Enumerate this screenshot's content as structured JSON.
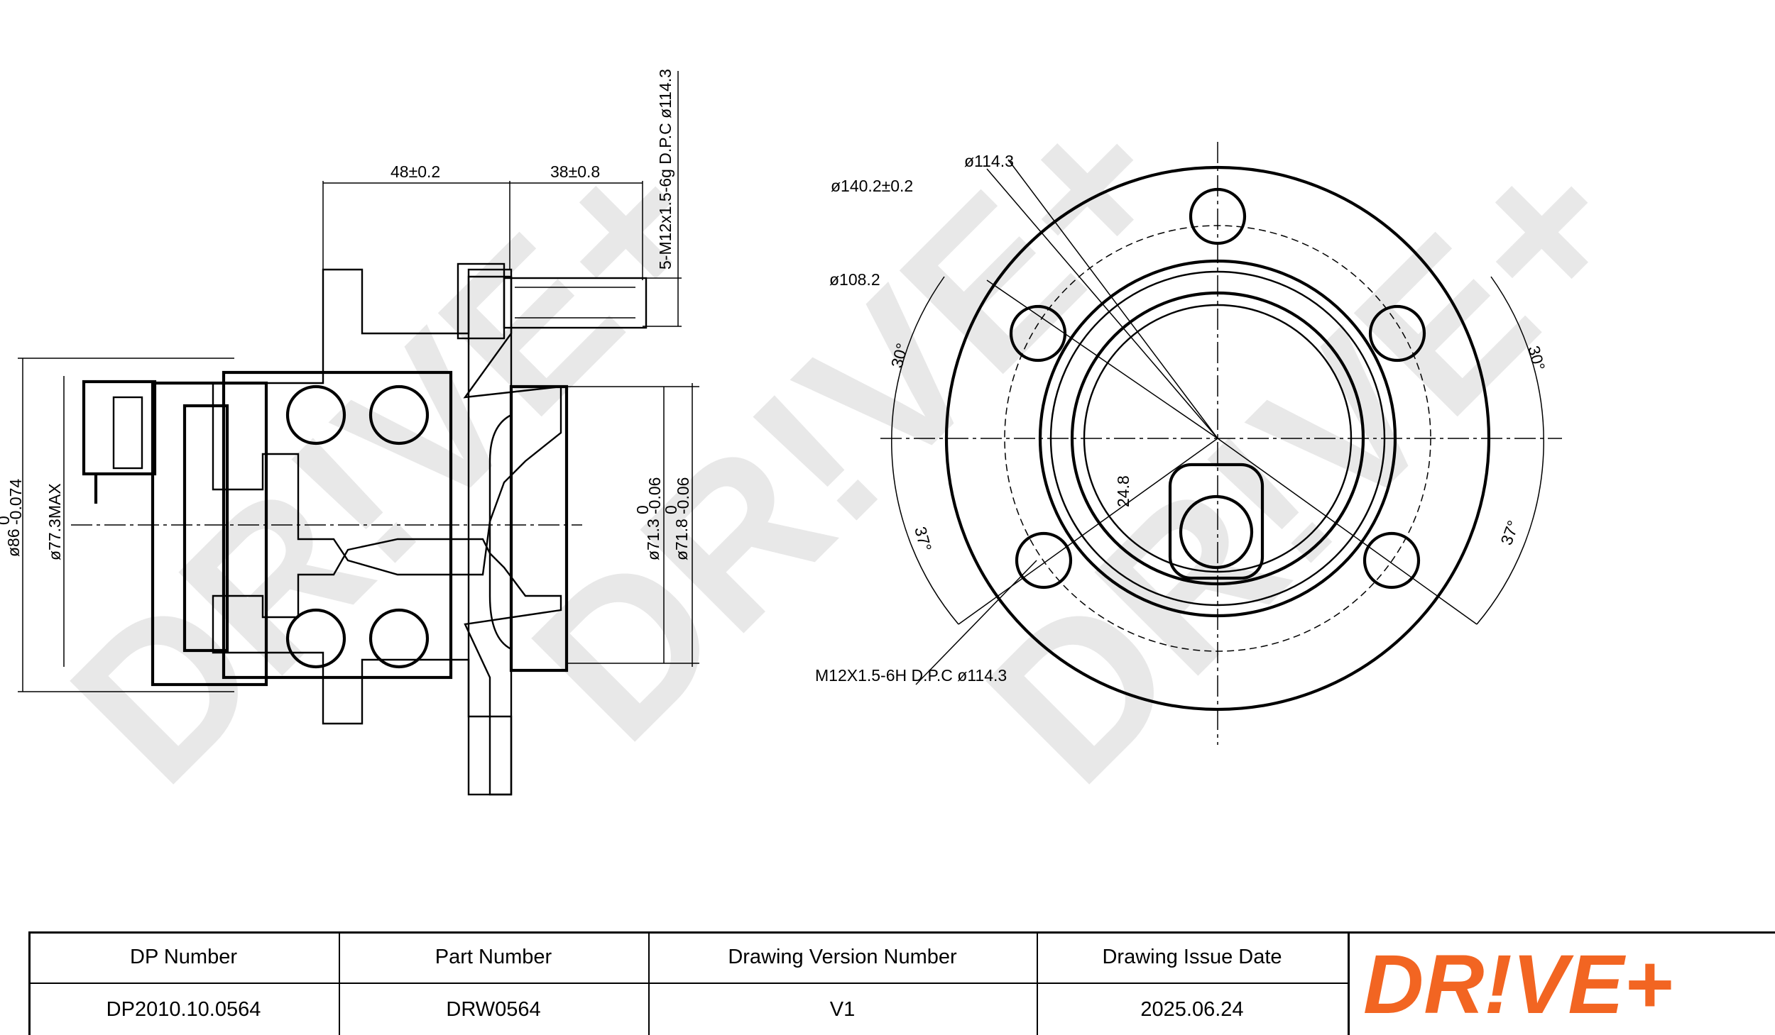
{
  "watermark_text": "DR!VE+",
  "dimensions": {
    "d48": "48±0.2",
    "d38": "38±0.8",
    "stud_thread": "5-M12x1.5-6g D.P.C ø114.3",
    "d86": "ø86",
    "d86_tol_upper": "0",
    "d86_tol_lower": "-0.074",
    "d77": "ø77.3MAX",
    "d71_3": "ø71.3",
    "d71_3_tol_upper": "0",
    "d71_3_tol_lower": "-0.06",
    "d71_8": "ø71.8",
    "d71_8_tol_upper": "0",
    "d71_8_tol_lower": "-0.06",
    "pcd_114": "ø114.3",
    "d140": "ø140.2±0.2",
    "d108": "ø108.2",
    "d24": "24.8",
    "a30_left": "30°",
    "a30_right": "30°",
    "a37_left": "37°",
    "a37_right": "37°",
    "hole_thread": "M12X1.5-6H D.P.C ø114.3"
  },
  "title_block": {
    "headers": [
      "DP Number",
      "Part Number",
      "Drawing Version Number",
      "Drawing Issue Date"
    ],
    "values": [
      "DP2010.10.0564",
      "DRW0564",
      "V1",
      "2025.06.24"
    ]
  },
  "logo": {
    "text": "DR!VE+",
    "color": "#f26522"
  },
  "colors": {
    "line": "#000000",
    "watermark": "#e6e6e6",
    "brand": "#f26522"
  }
}
